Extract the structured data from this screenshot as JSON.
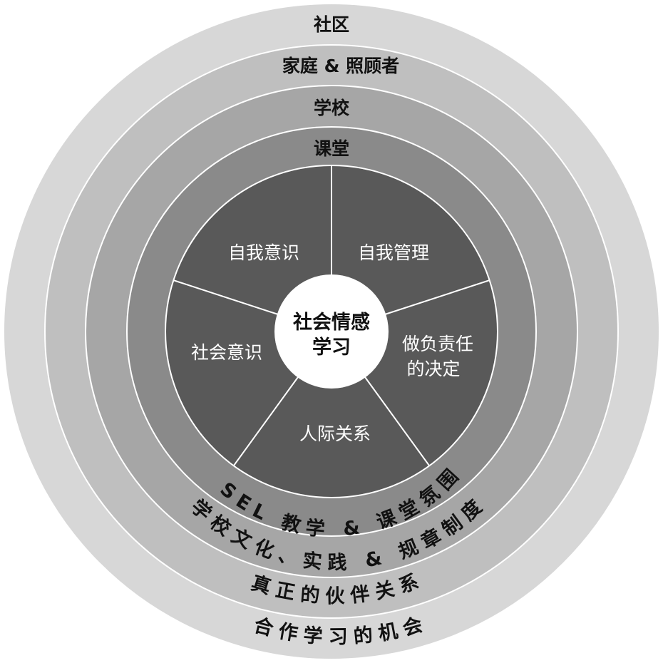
{
  "diagram": {
    "rings": [
      {
        "label": "社区",
        "color": "#d7d7d7"
      },
      {
        "label": "家庭 & 照顾者",
        "color": "#bfbfbf"
      },
      {
        "label": "学校",
        "color": "#a6a6a6"
      },
      {
        "label": "课堂",
        "color": "#8a8a8a"
      }
    ],
    "core_color": "#595959",
    "center": {
      "line1": "社会情感",
      "line2": "学习",
      "color": "#ffffff"
    },
    "competencies": [
      {
        "line1": "自我意识",
        "line2": ""
      },
      {
        "line1": "自我管理",
        "line2": ""
      },
      {
        "line1": "做负责任",
        "line2": "的决定"
      },
      {
        "line1": "人际关系",
        "line2": ""
      },
      {
        "line1": "社会意识",
        "line2": ""
      }
    ],
    "arc_labels": [
      "SEL 教学 & 课堂氛围",
      "学校文化、实践 & 规章制度",
      "真正的伙伴关系",
      "合作学习的机会"
    ]
  }
}
